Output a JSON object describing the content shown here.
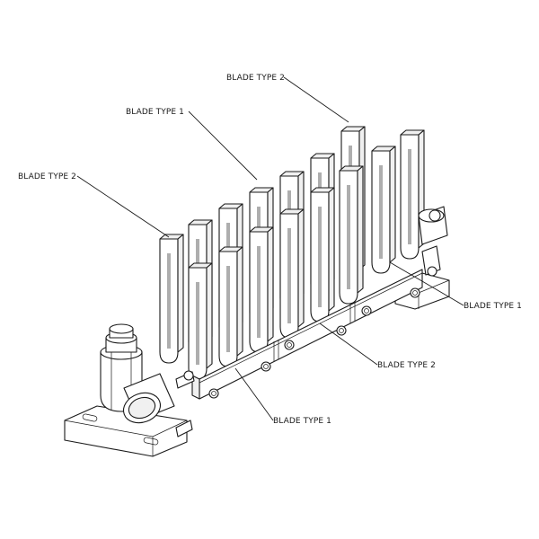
{
  "callouts": [
    {
      "id": "top-right",
      "text": "BLADE TYPE 2"
    },
    {
      "id": "top-mid",
      "text": "BLADE TYPE 1"
    },
    {
      "id": "left",
      "text": "BLADE TYPE 2"
    },
    {
      "id": "right",
      "text": "BLADE TYPE 1"
    },
    {
      "id": "bottom-right",
      "text": "BLADE TYPE 2"
    },
    {
      "id": "bottom",
      "text": "BLADE TYPE 1"
    }
  ]
}
